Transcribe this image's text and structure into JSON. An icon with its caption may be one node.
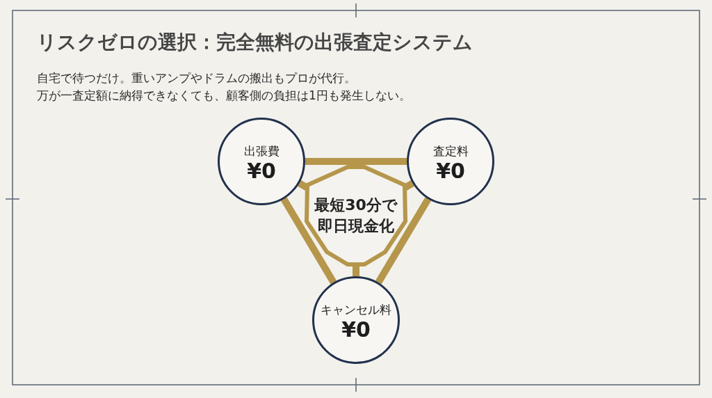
{
  "diagram": {
    "title": "リスクゼロの選択：完全無料の出張査定システム",
    "nodes": [
      {
        "text": [
          "出張費",
          "¥0"
        ]
      },
      {
        "text": [
          "査定料",
          "¥0"
        ]
      },
      {
        "text": [
          "最短30分で即日現金化"
        ]
      },
      {
        "text": [
          "キャンセル料",
          "¥0"
        ]
      }
    ],
    "edges": [
      {
        "from": 0,
        "to": 1,
        "arrow": "none"
      },
      {
        "from": 0,
        "to": 3,
        "arrow": "none"
      },
      {
        "from": 1,
        "to": 3,
        "arrow": "none"
      },
      {
        "from": 2,
        "to": 0,
        "arrow": "none"
      },
      {
        "from": 2,
        "to": 1,
        "arrow": "none"
      },
      {
        "from": 2,
        "to": 3,
        "arrow": "none"
      }
    ],
    "labels": [
      "自宅で待つだけ。重いアンプやドラムの搬出もプロが代行。",
      "万が一査定額に納得できなくても、顧客側の負担は1円も発生しない。"
    ]
  }
}
